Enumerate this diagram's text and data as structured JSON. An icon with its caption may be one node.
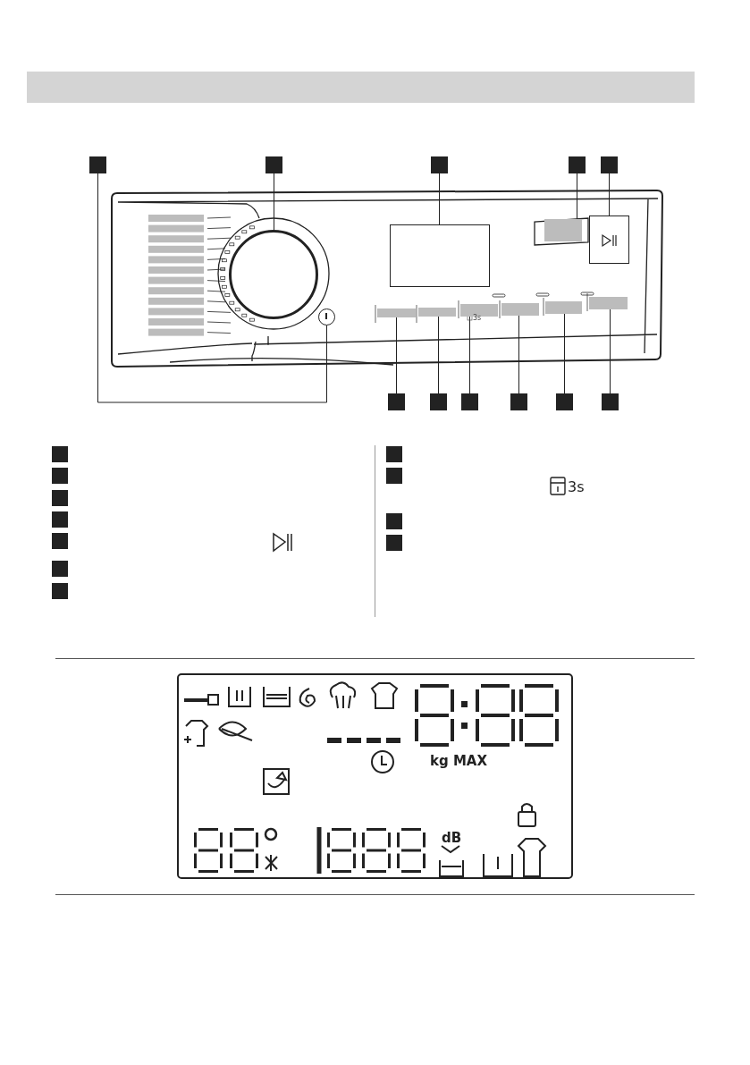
{
  "diagram": {
    "nodes": [
      {
        "text": [],
        "shape": "box"
      },
      {
        "text": [],
        "shape": "box"
      },
      {
        "text": [],
        "shape": "box"
      },
      {
        "text": [],
        "shape": "box"
      },
      {
        "text": [],
        "shape": "box"
      },
      {
        "text": [],
        "shape": "circle"
      },
      {
        "text": [],
        "shape": "circle"
      },
      {
        "text": [],
        "shape": "box"
      },
      {
        "text": [],
        "shape": "box"
      },
      {
        "text": [],
        "shape": "box"
      },
      {
        "text": [],
        "shape": "box"
      },
      {
        "text": [],
        "shape": "box"
      },
      {
        "text": [],
        "shape": "box"
      },
      {
        "text": [],
        "shape": "box"
      },
      {
        "text": [],
        "shape": "box"
      },
      {
        "text": [],
        "shape": "box"
      },
      {
        "text": [],
        "shape": "box"
      },
      {
        "text": [],
        "shape": "box"
      },
      {
        "text": [],
        "shape": "box"
      },
      {
        "text": [],
        "shape": "box"
      },
      {
        "text": [],
        "shape": "box"
      },
      {
        "text": [],
        "shape": "box"
      },
      {
        "text": [],
        "shape": "box"
      },
      {
        "text": [],
        "shape": "box"
      },
      {
        "text": [],
        "shape": "box"
      },
      {
        "text": [],
        "shape": "box"
      },
      {
        "text": [],
        "shape": "box"
      },
      {
        "text": [],
        "shape": "box"
      },
      {
        "text": [],
        "shape": "box"
      },
      {
        "text": [],
        "shape": "box"
      },
      {
        "text": [],
        "shape": "box"
      },
      {
        "text": [],
        "shape": "box"
      },
      {
        "text": [],
        "shape": "box"
      }
    ],
    "edges": [
      {
        "from": 0,
        "to": 6,
        "arrow": "none"
      },
      {
        "from": 1,
        "to": 5,
        "arrow": "none"
      },
      {
        "from": 2,
        "to": 7,
        "arrow": "none"
      },
      {
        "from": 3,
        "to": 8,
        "arrow": "none"
      },
      {
        "from": 4,
        "to": 9,
        "arrow": "none"
      },
      {
        "from": 10,
        "to": 16,
        "arrow": "none"
      },
      {
        "from": 11,
        "to": 17,
        "arrow": "none"
      },
      {
        "from": 12,
        "to": 18,
        "arrow": "none"
      },
      {
        "from": 13,
        "to": 19,
        "arrow": "none"
      },
      {
        "from": 14,
        "to": 20,
        "arrow": "none"
      },
      {
        "from": 15,
        "to": 21,
        "arrow": "none"
      }
    ],
    "labels": [
      "3s",
      "3s",
      "kg MAX",
      "dB"
    ]
  }
}
